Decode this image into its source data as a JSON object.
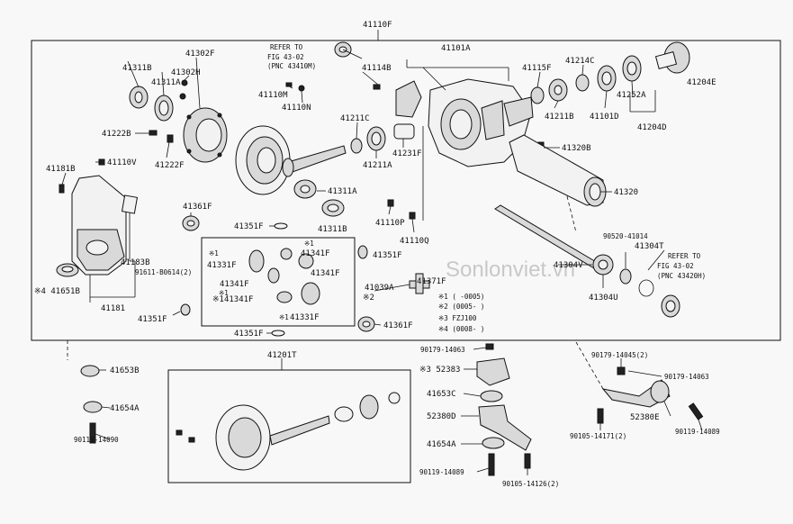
{
  "diagram": {
    "top_assembly": "41110F",
    "watermark": "Sonlonviet.vn",
    "labels": {
      "l41311B_top": "41311B",
      "l41302F": "41302F",
      "l41302H": "41302H",
      "l41311A_top": "41311A",
      "refer_to_1": "REFER TO",
      "fig_1": "FIG 43-02",
      "pnc_1": "(PNC 43410M)",
      "l41110M": "41110M",
      "l41110N": "41110N",
      "l41114B": "41114B",
      "l41101A": "41101A",
      "l41115F": "41115F",
      "l41214C": "41214C",
      "l41204E": "41204E",
      "l41252A": "41252A",
      "l41101D": "41101D",
      "l41211B": "41211B",
      "l41204D": "41204D",
      "l41211C": "41211C",
      "l41211A": "41211A",
      "l41231F": "41231F",
      "l41320B": "41320B",
      "l41222B": "41222B",
      "l41110V": "41110V",
      "l41222F": "41222F",
      "l41181B": "41181B",
      "l41311A_mid": "41311A",
      "l41320": "41320",
      "l41361F_top": "41361F",
      "l41110P": "41110P",
      "l41351F_a": "41351F",
      "l41311B_mid": "41311B",
      "l41110Q": "41110Q",
      "l90520": "90520-41014",
      "l41304T": "41304T",
      "l41183B": "41183B",
      "l91611": "91611-B0614(2)",
      "star1_a": "※1",
      "l41331F_a": "41331F",
      "star1_b": "※1",
      "l41341F_a": "41341F",
      "l41351F_b": "41351F",
      "l41341F_b": "41341F",
      "l41304V": "41304V",
      "refer_to_2": "REFER TO",
      "fig_2": "FIG 43-02",
      "pnc_2": "(PNC 43420H)",
      "l41651B": "※4 41651B",
      "l41341F_c": "41341F",
      "l41039A": "41039A",
      "l41371F": "41371F",
      "l41304U": "41304U",
      "l41181": "41181",
      "star1_c": "※1",
      "l41341F_d": "※141341F",
      "star2": "※2",
      "note1": "※1 (      -0005)",
      "note2": "※2 (0005-      )",
      "note3": "※3 FZJ100",
      "note4": "※4 (0008-      )",
      "l41351F_c": "41351F",
      "star1_d": "※1",
      "l41331F_b": "41331F",
      "l41361F_b": "41361F",
      "l41351F_d": "41351F",
      "l90179_a": "90179-14063",
      "l90179_b": "90179-14045(2)",
      "l90179_c": "90179-14063",
      "l41653B": "41653B",
      "l41201T": "41201T",
      "l52383": "※3 52383",
      "l41653C": "41653C",
      "l41654A_left": "41654A",
      "l52380D": "52380D",
      "l52380E": "52380E",
      "l90119_left": "90119-14090",
      "l41654A_right": "41654A",
      "l90105_a": "90105-14171(2)",
      "l90119_right": "90119-14089",
      "l90119_mid": "90119-14089",
      "l90105_b": "90105-14126(2)"
    }
  }
}
